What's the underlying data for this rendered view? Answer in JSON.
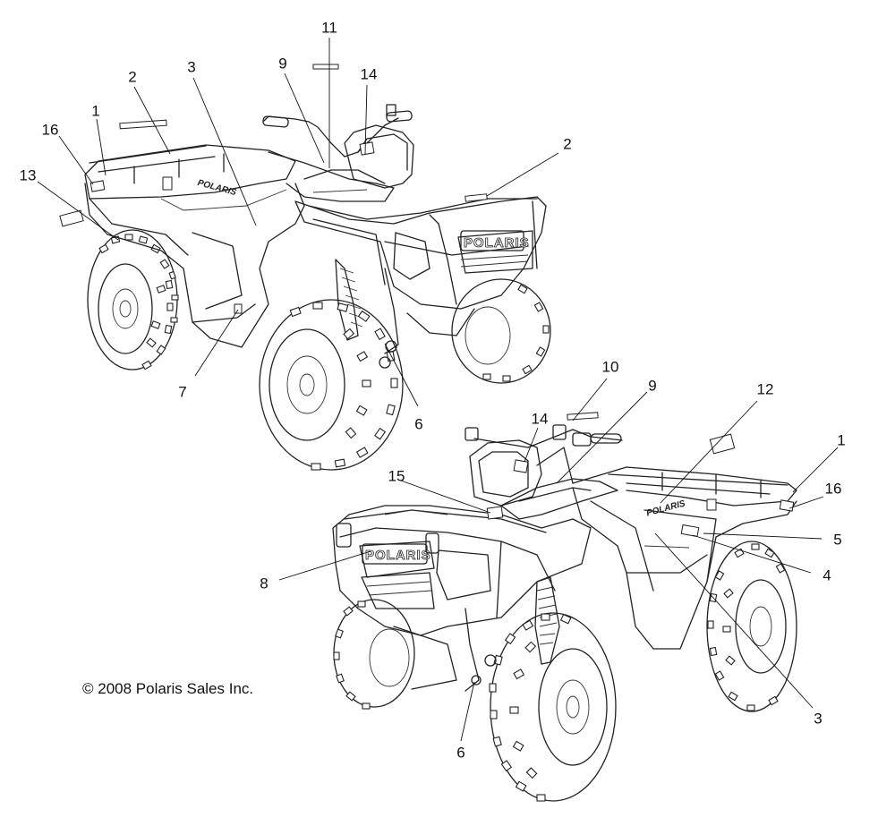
{
  "copyright": "© 2008 Polaris Sales Inc.",
  "brand_marks": [
    "POLARIS",
    "POLARIS",
    "POLARIS",
    "POLARIS"
  ],
  "callouts": [
    {
      "id": "11",
      "label": "11"
    },
    {
      "id": "9a",
      "label": "9"
    },
    {
      "id": "14a",
      "label": "14"
    },
    {
      "id": "2a",
      "label": "2"
    },
    {
      "id": "3a",
      "label": "3"
    },
    {
      "id": "1a",
      "label": "1"
    },
    {
      "id": "16a",
      "label": "16"
    },
    {
      "id": "13",
      "label": "13"
    },
    {
      "id": "2b",
      "label": "2"
    },
    {
      "id": "7",
      "label": "7"
    },
    {
      "id": "6a",
      "label": "6"
    },
    {
      "id": "10",
      "label": "10"
    },
    {
      "id": "9b",
      "label": "9"
    },
    {
      "id": "14b",
      "label": "14"
    },
    {
      "id": "12",
      "label": "12"
    },
    {
      "id": "1b",
      "label": "1"
    },
    {
      "id": "15",
      "label": "15"
    },
    {
      "id": "16b",
      "label": "16"
    },
    {
      "id": "5",
      "label": "5"
    },
    {
      "id": "4",
      "label": "4"
    },
    {
      "id": "8",
      "label": "8"
    },
    {
      "id": "3b",
      "label": "3"
    },
    {
      "id": "6b",
      "label": "6"
    }
  ]
}
